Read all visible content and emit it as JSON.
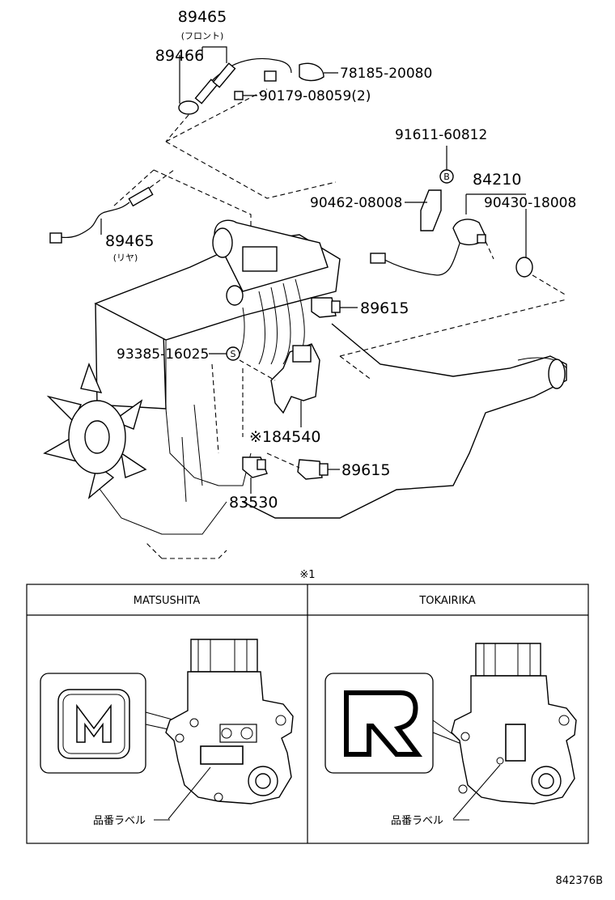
{
  "callouts": {
    "p89465_front": "89465",
    "front_note": "(フロント)",
    "p89466": "89466",
    "p78185": "78185-20080",
    "p90179": "90179-08059(2)",
    "p91611": "91611-60812",
    "p84210": "84210",
    "p90462": "90462-08008",
    "p90430": "90430-18008",
    "p89465_rear": "89465",
    "rear_note": "(リヤ)",
    "p89615_top": "89615",
    "p93385": "93385-16025",
    "p84540": "※184540",
    "p89615_bottom": "89615",
    "p83530": "83530",
    "marker_b": "B",
    "marker_s": "S"
  },
  "note_mark": "※1",
  "table": {
    "col1_header": "MATSUSHITA",
    "col2_header": "TOKAIRIKA",
    "label_left": "品番ラベル",
    "label_right": "品番ラベル"
  },
  "diagram_id": "842376B"
}
